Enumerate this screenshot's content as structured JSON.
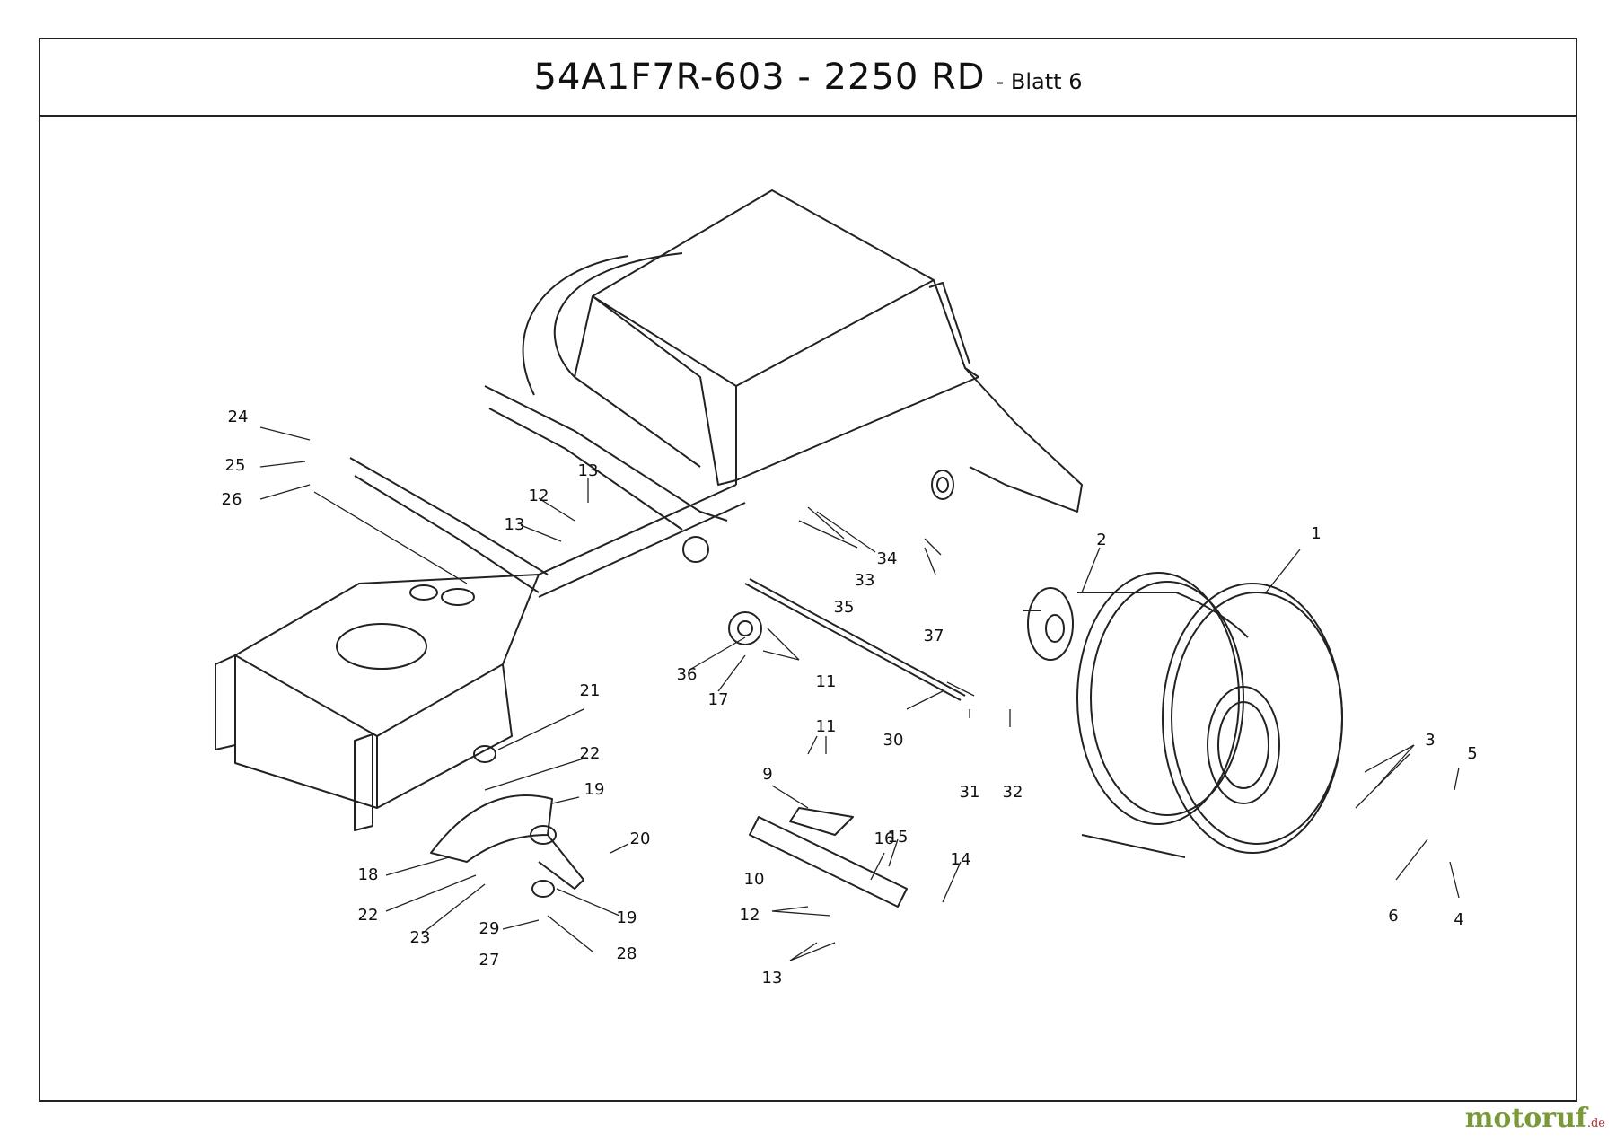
{
  "header": {
    "title": "54A1F7R-603 - 2250 RD",
    "subtitle": "- Blatt 6"
  },
  "watermark": {
    "text": "motoruf",
    "suffix": ".de"
  },
  "callouts": [
    "1",
    "2",
    "3",
    "4",
    "5",
    "6",
    "9",
    "10",
    "11",
    "11",
    "12",
    "12",
    "13",
    "13",
    "13",
    "14",
    "15",
    "16",
    "17",
    "18",
    "19",
    "19",
    "20",
    "21",
    "22",
    "22",
    "23",
    "24",
    "25",
    "26",
    "27",
    "28",
    "29",
    "30",
    "31",
    "32",
    "33",
    "34",
    "35",
    "36",
    "37"
  ],
  "colors": {
    "line": "#222222",
    "watermark": "#7a9a3a"
  }
}
